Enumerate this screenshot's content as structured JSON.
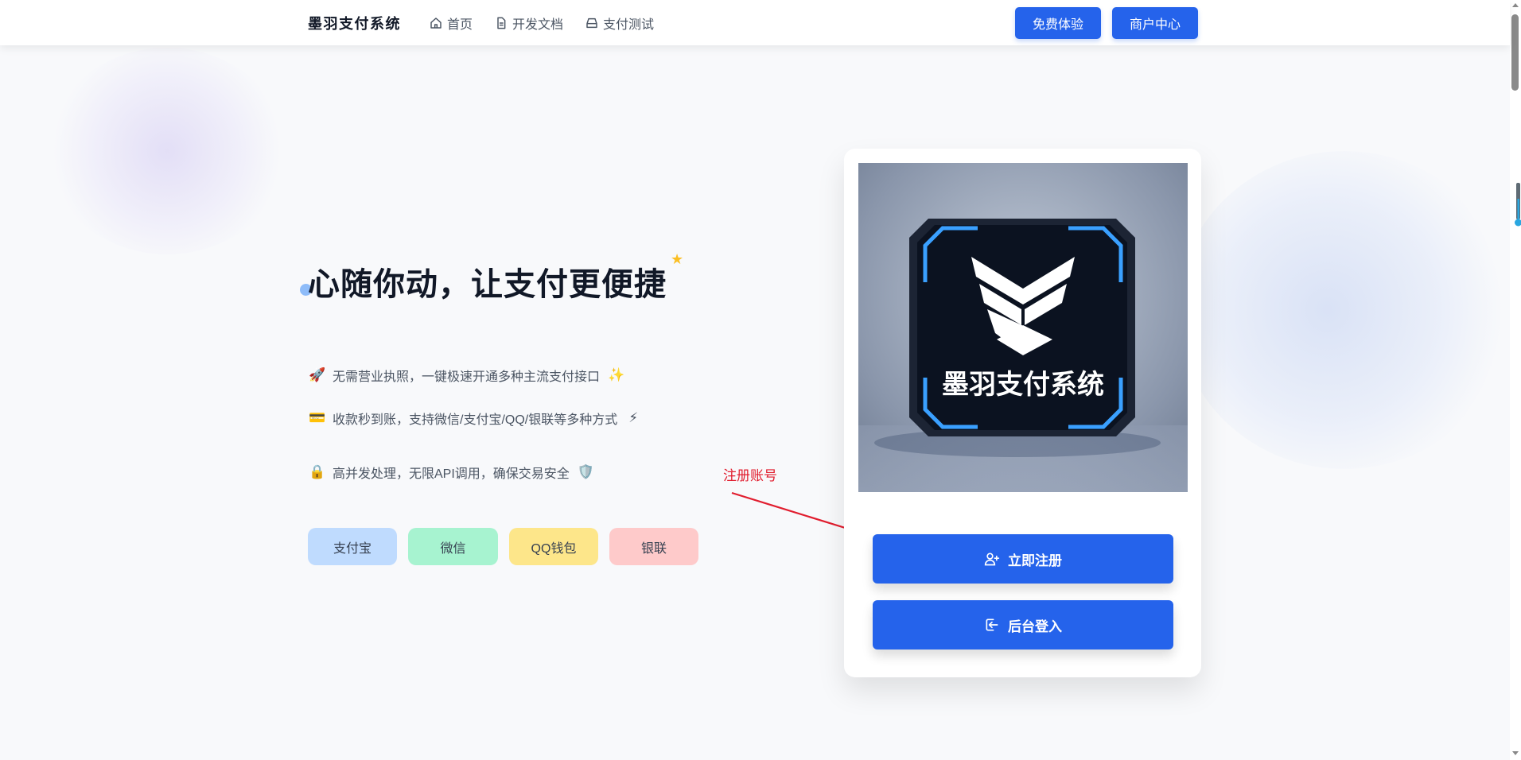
{
  "header": {
    "brand": "墨羽支付系统",
    "nav": [
      {
        "label": "首页",
        "icon": "home-icon"
      },
      {
        "label": "开发文档",
        "icon": "document-icon"
      },
      {
        "label": "支付测试",
        "icon": "inbox-icon"
      }
    ],
    "buttons": {
      "trial": "免费体验",
      "merchant": "商户中心"
    }
  },
  "hero": {
    "title": "心随你动，让支付更便捷",
    "features": [
      {
        "icon": "🚀",
        "text": "无需营业执照，一键极速开通多种主流支付接口",
        "trail": "✨"
      },
      {
        "icon": "💳",
        "text": "收款秒到账，支持微信/支付宝/QQ/银联等多种方式",
        "trail": "⚡"
      },
      {
        "icon": "🔒",
        "text": "高并发处理，无限API调用，确保交易安全",
        "trail": "🛡️"
      }
    ],
    "payment_chips": [
      {
        "label": "支付宝",
        "color": "#bfdbfe"
      },
      {
        "label": "微信",
        "color": "#a7f3d0"
      },
      {
        "label": "QQ钱包",
        "color": "#fde68a"
      },
      {
        "label": "银联",
        "color": "#fecaca"
      }
    ]
  },
  "annotation": {
    "label": "注册账号",
    "color": "#e11d2e"
  },
  "card": {
    "logo_text": "墨羽支付系统",
    "register_button": "立即注册",
    "login_button": "后台登入"
  },
  "colors": {
    "primary": "#2563eb",
    "background": "#f8f9fb"
  }
}
